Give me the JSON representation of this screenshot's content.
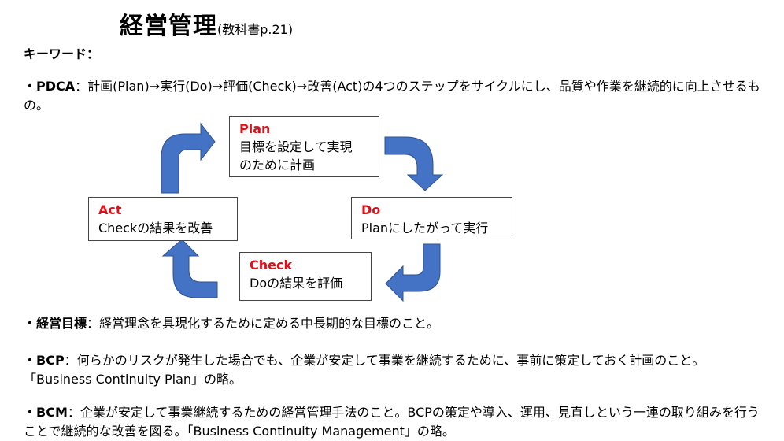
{
  "title": "経営管理",
  "title_ref": "(教科書p.21)",
  "keyword_heading": "キーワード：",
  "items": [
    {
      "term": "・PDCA",
      "sep": "：",
      "text": "計画(Plan)→実行(Do)→評価(Check)→改善(Act)の4つのステップをサイクルにし、品質や作業を継続的に向上させるもの。"
    },
    {
      "term": "・経営目標",
      "sep": "：",
      "text": "経営理念を具現化するために定める中長期的な目標のこと。"
    },
    {
      "term": "・BCP",
      "sep": "：",
      "text": "何らかのリスクが発生した場合でも、企業が安定して事業を継続するために、事前に策定しておく計画のこと。",
      "text2": "「Business Continuity Plan」の略。"
    },
    {
      "term": "・BCM",
      "sep": "：",
      "text": "企業が安定して事業継続するための経営管理手法のこと。BCPの策定や導入、運用、見直しという一連の取り組みを行うことで継続的な改善を図る。「Business Continuity Management」の略。"
    }
  ],
  "cycle": {
    "plan": {
      "head": "Plan",
      "line1": "目標を設定して実現",
      "line2": "のために計画"
    },
    "do": {
      "head": "Do",
      "line1": "Planにしたがって実行"
    },
    "check": {
      "head": "Check",
      "line1": "Doの結果を評価"
    },
    "act": {
      "head": "Act",
      "line1": "Checkの結果を改善"
    }
  },
  "colors": {
    "arrow": "#4472c4",
    "arrow_edge": "#2f528f",
    "head_red": "#e0101a"
  }
}
